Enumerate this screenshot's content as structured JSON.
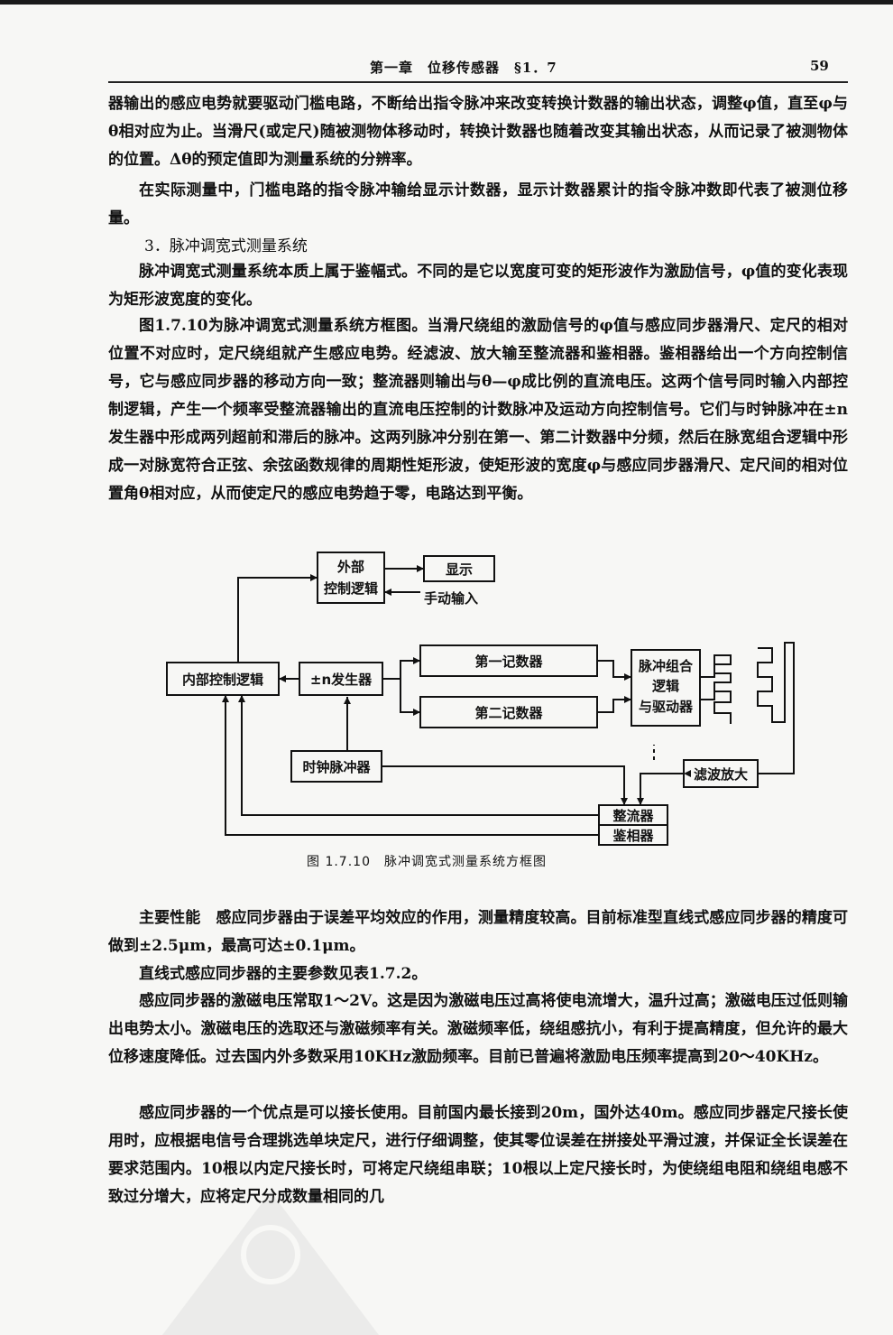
{
  "header": {
    "chapter_title": "第一章　位移传感器　§1．7",
    "page_number": "59"
  },
  "paragraphs": {
    "p1": "器输出的感应电势就要驱动门槛电路，不断给出指令脉冲来改变转换计数器的输出状态，调整φ值，直至φ与θ相对应为止。当滑尺(或定尺)随被测物体移动时，转换计数器也随着改变其输出状态，从而记录了被测物体的位置。Δθ的预定值即为测量系统的分辨率。",
    "p2": "在实际测量中，门槛电路的指令脉冲输给显示计数器，显示计数器累计的指令脉冲数即代表了被测位移量。",
    "heading3": "3．脉冲调宽式测量系统",
    "p3": "脉冲调宽式测量系统本质上属于鉴幅式。不同的是它以宽度可变的矩形波作为激励信号，φ值的变化表现为矩形波宽度的变化。",
    "p4": "图1.7.10为脉冲调宽式测量系统方框图。当滑尺绕组的激励信号的φ值与感应同步器滑尺、定尺的相对位置不对应时，定尺绕组就产生感应电势。经滤波、放大输至整流器和鉴相器。鉴相器给出一个方向控制信号，它与感应同步器的移动方向一致；整流器则输出与θ—φ成比例的直流电压。这两个信号同时输入内部控制逻辑，产生一个频率受整流器输出的直流电压控制的计数脉冲及运动方向控制信号。它们与时钟脉冲在±n发生器中形成两列超前和滞后的脉冲。这两列脉冲分别在第一、第二计数器中分频，然后在脉宽组合逻辑中形成一对脉宽符合正弦、余弦函数规律的周期性矩形波，使矩形波的宽度φ与感应同步器滑尺、定尺间的相对位置角θ相对应，从而使定尺的感应电势趋于零，电路达到平衡。",
    "p5_lead": "主要性能",
    "p5": "感应同步器由于误差平均效应的作用，测量精度较高。目前标准型直线式感应同步器的精度可做到±2.5μm，最高可达±0.1μm。",
    "p6": "直线式感应同步器的主要参数见表1.7.2。",
    "p7": "感应同步器的激磁电压常取1～2V。这是因为激磁电压过高将使电流增大，温升过高；激磁电压过低则输出电势太小。激磁电压的选取还与激磁频率有关。激磁频率低，绕组感抗小，有利于提高精度，但允许的最大位移速度降低。过去国内外多数采用10KHz激励频率。目前已普遍将激励电压频率提高到20～40KHz。",
    "p8": "感应同步器的一个优点是可以接长使用。目前国内最长接到20m，国外达40m。感应同步器定尺接长使用时，应根据电信号合理挑选单块定尺，进行仔细调整，使其零位误差在拼接处平滑过渡，并保证全长误差在要求范围内。10根以内定尺接长时，可将定尺绕组串联；10根以上定尺接长时，为使绕组电阻和绕组电感不致过分增大，应将定尺分成数量相同的几"
  },
  "diagram": {
    "blocks": {
      "external_logic_line1": "外部",
      "external_logic_line2": "控制逻辑",
      "display": "显示",
      "manual_input": "手动输入",
      "internal_logic": "内部控制逻辑",
      "pm_n_generator": "±n发生器",
      "counter1": "第一记数器",
      "counter2": "第二记数器",
      "pulse_combo_line1": "脉冲组合",
      "pulse_combo_line2": "逻辑",
      "pulse_combo_line3": "与驱动器",
      "clock": "时钟脉冲器",
      "filter_amp": "滤波放大",
      "rectifier": "整流器",
      "phase_detector": "鉴相器"
    },
    "caption": "图 1.7.10　脉冲调宽式测量系统方框图"
  }
}
